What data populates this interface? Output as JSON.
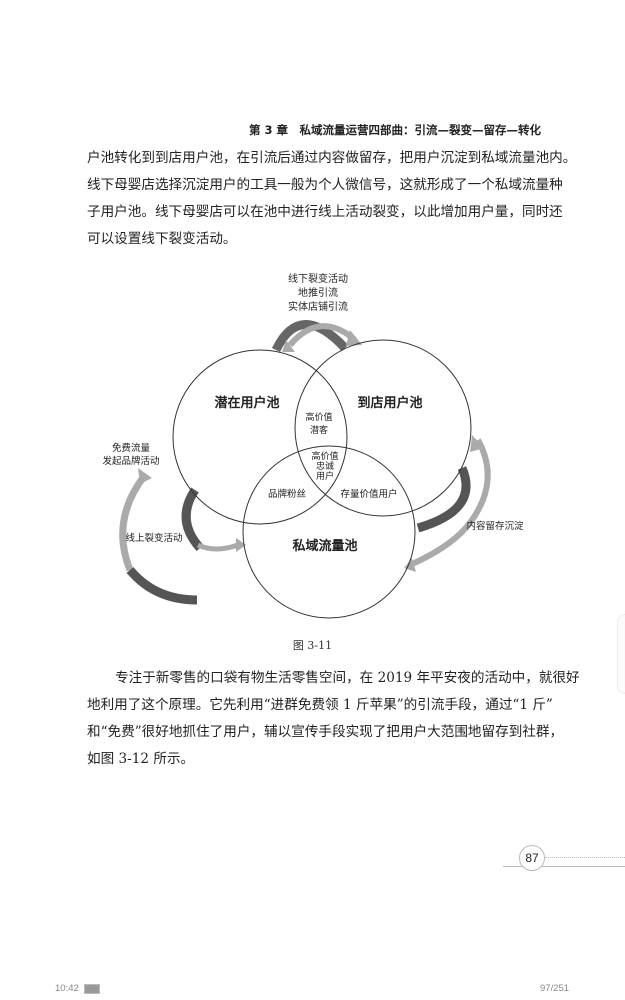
{
  "header": {
    "chapter_title": "第 3 章　私域流量运营四部曲：引流—裂变—留存—转化"
  },
  "paragraph1": [
    "户池转化到到店用户池，在引流后通过内容做留存，把用户沉淀到私域流量池内。",
    "线下母婴店选择沉淀用户的工具一般为个人微信号，这就形成了一个私域流量种",
    "子用户池。线下母婴店可以在池中进行线上活动裂变，以此增加用户量，同时还",
    "可以设置线下裂变活动。"
  ],
  "figure": {
    "top_labels": [
      "线下裂变活动",
      "地推引流",
      "实体店铺引流"
    ],
    "circle_potential": "潜在用户池",
    "circle_store": "到店用户池",
    "circle_private": "私域流量池",
    "overlap_top": [
      "高价值",
      "潜客"
    ],
    "overlap_center": [
      "高价值",
      "忠诚",
      "用户"
    ],
    "overlap_left": "品牌粉丝",
    "overlap_right": "存量价值用户",
    "left_labels": [
      "免费流量",
      "发起品牌活动"
    ],
    "left_lower_label": "线上裂变活动",
    "right_label": "内容留存沉淀",
    "caption": "图 3-11"
  },
  "paragraph2": [
    "专注于新零售的口袋有物生活零售空间，在 2019 年平安夜的活动中，就很好",
    "地利用了这个原理。它先利用“进群免费领 1 斤苹果”的引流手段，通过“1 斤”",
    "和“免费”很好地抓住了用户，辅以宣传手段实现了把用户大范围地留存到社群，",
    "如图 3-12 所示。"
  ],
  "page_number": "87",
  "status": {
    "time": "10:42",
    "progress": "97/251"
  }
}
